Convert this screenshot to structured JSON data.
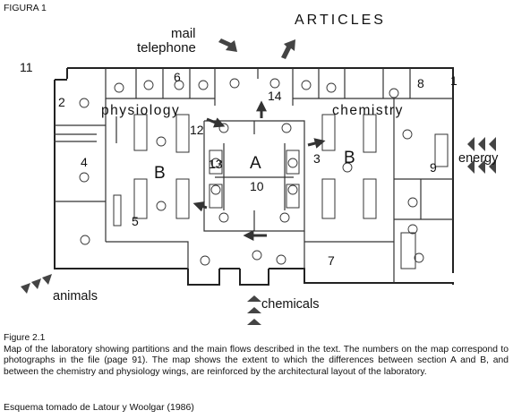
{
  "figure_label": "FIGURA 1",
  "diagram": {
    "flows": {
      "mail": "mail",
      "telephone": "telephone",
      "articles": "ARTICLES",
      "energy": "energy",
      "animals": "animals",
      "chemicals": "chemicals"
    },
    "wings": {
      "physiology": "physiology",
      "chemistry": "chemistry"
    },
    "sections": {
      "a": "A",
      "b_left": "B",
      "b_right": "B"
    },
    "zone_numbers": {
      "z1": "1",
      "z2": "2",
      "z3": "3",
      "z4": "4",
      "z5": "5",
      "z6": "6",
      "z7": "7",
      "z8": "8",
      "z9": "9",
      "z10": "10",
      "z11": "11",
      "z12": "12",
      "z13": "13",
      "z14": "14"
    }
  },
  "caption": {
    "title": "Figure 2.1",
    "text": "Map of the laboratory showing partitions and the main flows described in the text. The numbers on the map correspond to photographs in the file (page 91). The map shows the extent to which the differences between section A and B, and between the chemistry and physiology wings, are reinforced by the architectural layout of the laboratory."
  },
  "source": "Esquema tomado de Latour y Woolgar (1986)"
}
